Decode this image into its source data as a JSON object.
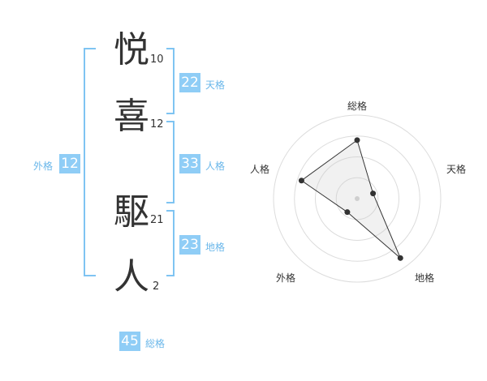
{
  "name_chars": [
    {
      "char": "悦",
      "strokes": "10"
    },
    {
      "char": "喜",
      "strokes": "12"
    },
    {
      "char": "駆",
      "strokes": "21"
    },
    {
      "char": "人",
      "strokes": "2"
    }
  ],
  "fortunes": {
    "tenkaku": {
      "label": "天格",
      "value": "22"
    },
    "jinkaku": {
      "label": "人格",
      "value": "33"
    },
    "chikaku": {
      "label": "地格",
      "value": "23"
    },
    "gaikaku": {
      "label": "外格",
      "value": "12"
    },
    "soukaku": {
      "label": "総格",
      "value": "45"
    }
  },
  "colors": {
    "accent": "#8fcdf6",
    "bracket": "#7fc4f2",
    "text": "#333333"
  },
  "chart_data": {
    "type": "radar",
    "axes": [
      "総格",
      "天格",
      "地格",
      "外格",
      "人格"
    ],
    "values": [
      0.7,
      0.2,
      0.88,
      0.2,
      0.7
    ],
    "rings": 4,
    "max": 1
  }
}
